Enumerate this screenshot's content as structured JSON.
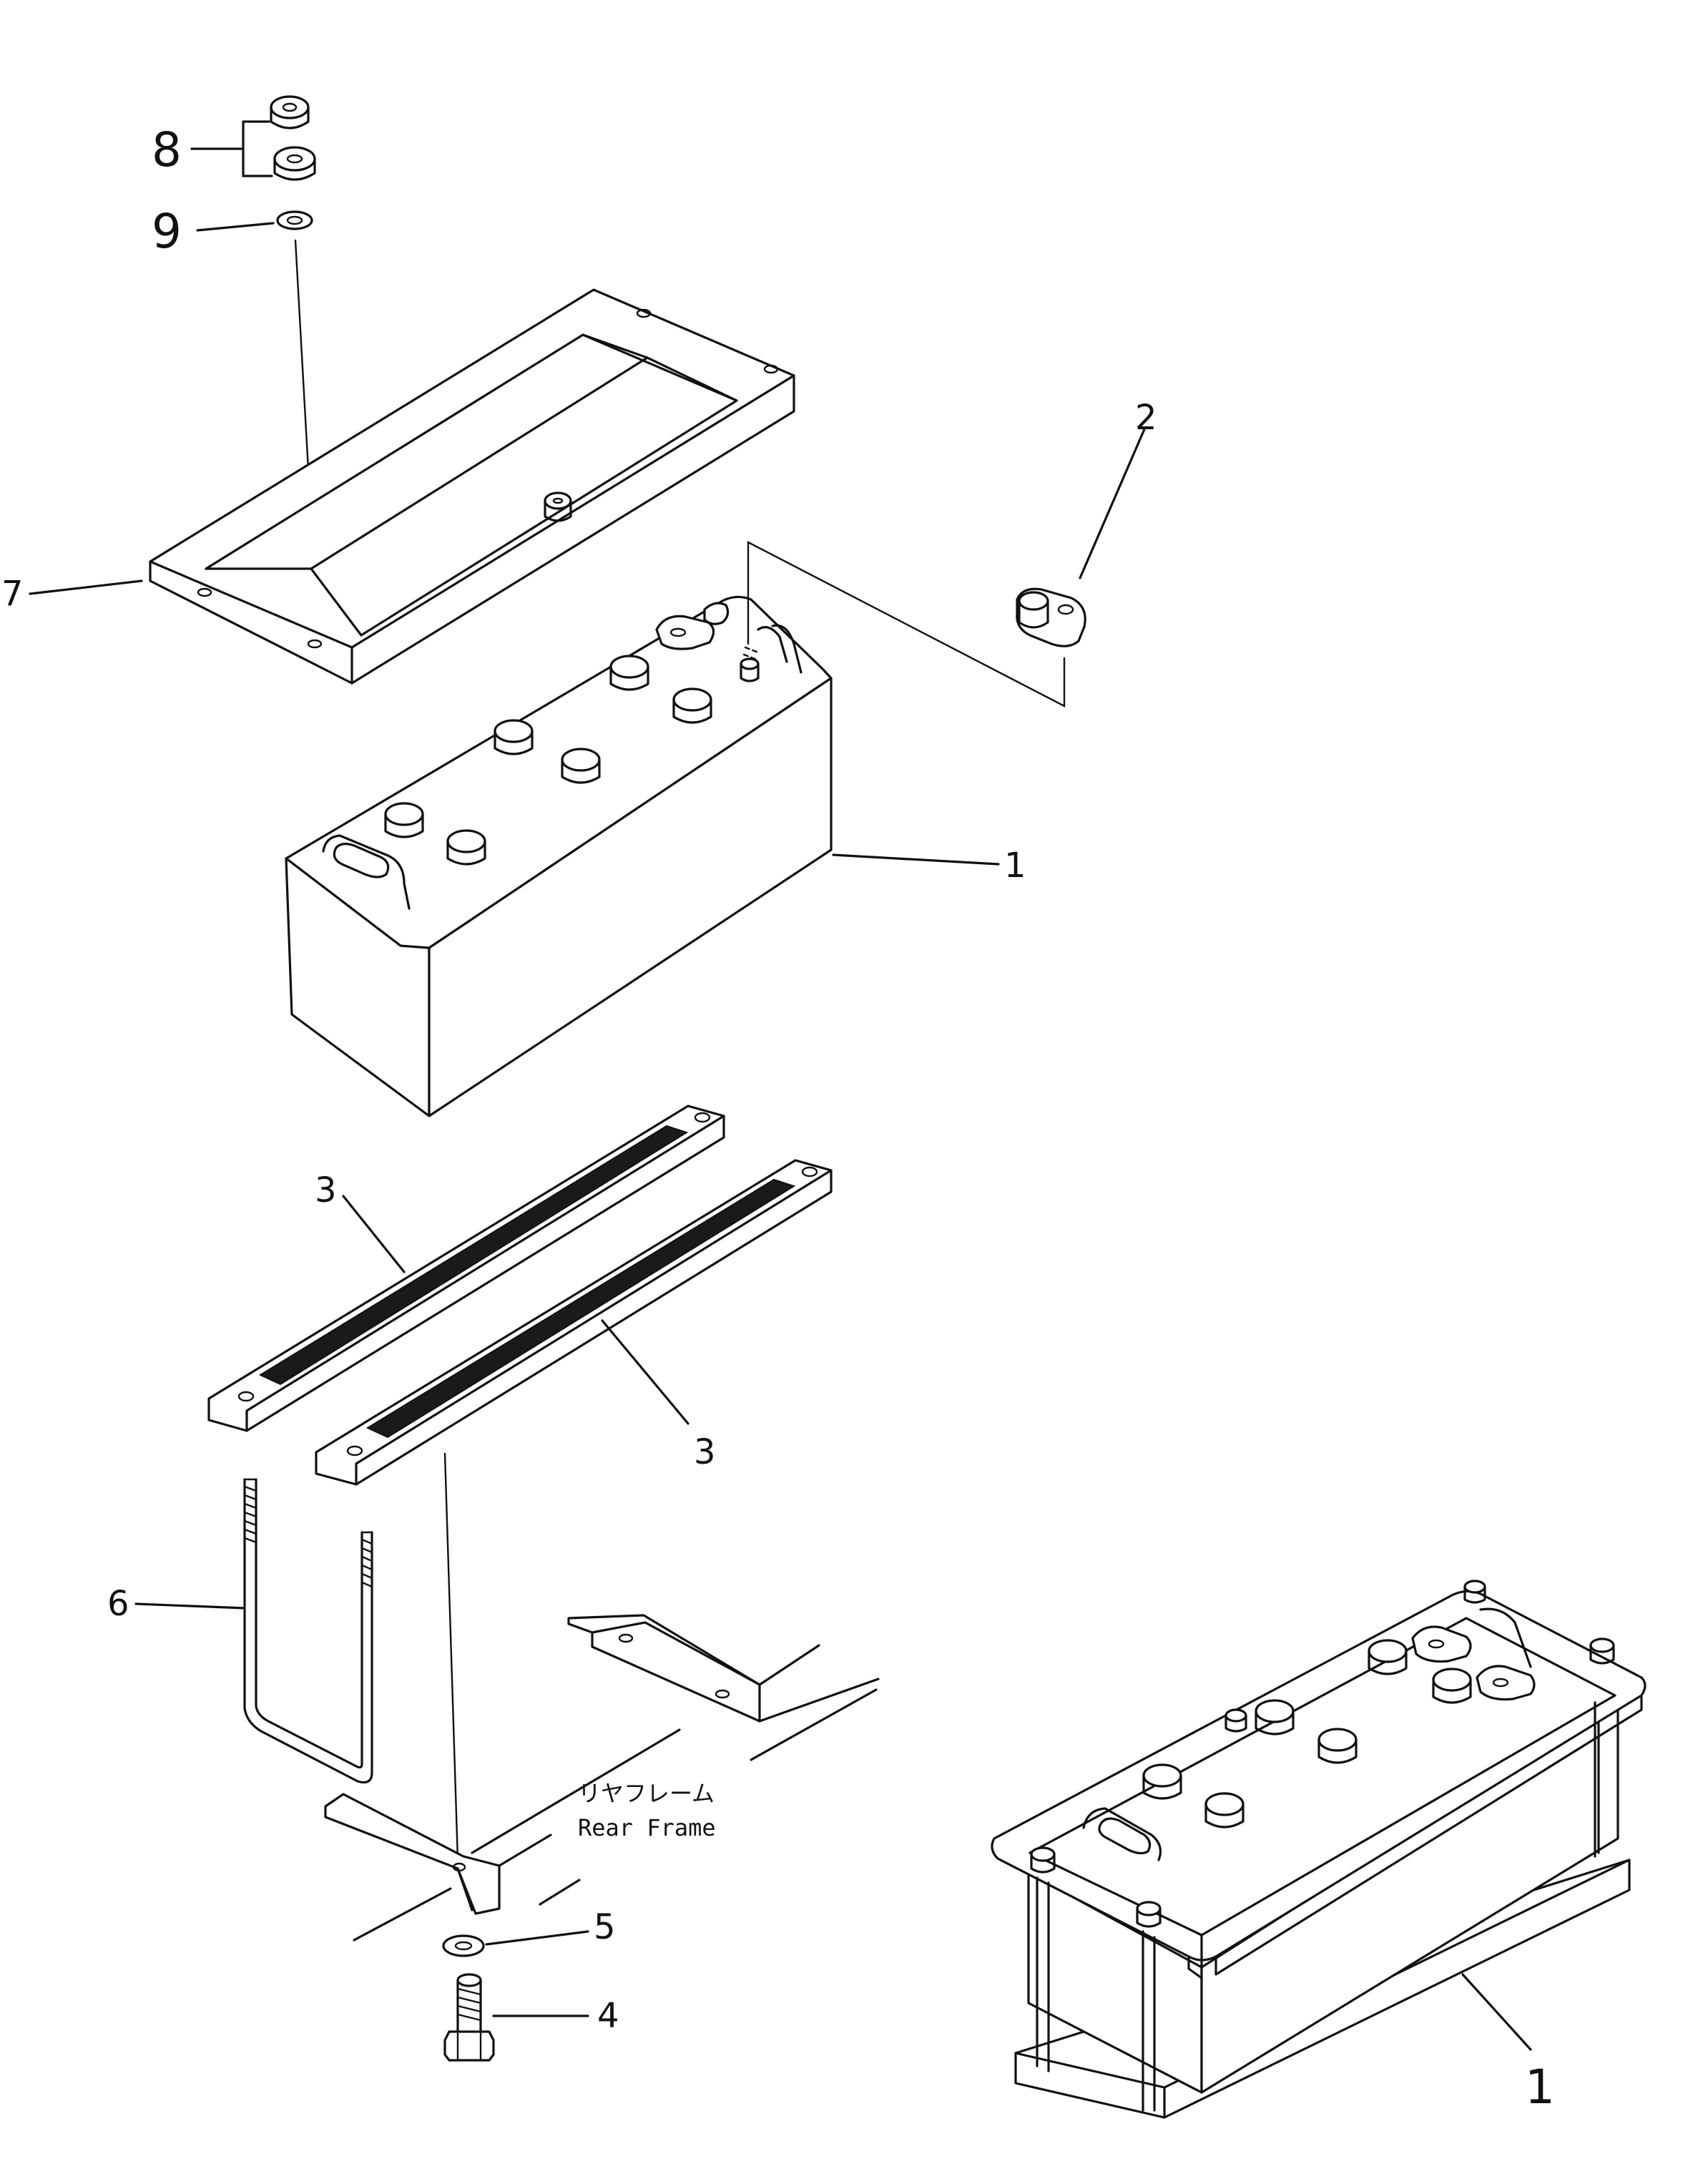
{
  "callouts": {
    "c1": "1",
    "c1b": "1",
    "c2": "2",
    "c3a": "3",
    "c3b": "3",
    "c4": "4",
    "c5": "5",
    "c6": "6",
    "c7": "7",
    "c8": "8",
    "c9": "9"
  },
  "frame_label": {
    "jp": "リヤフレーム",
    "en": "Rear Frame"
  }
}
